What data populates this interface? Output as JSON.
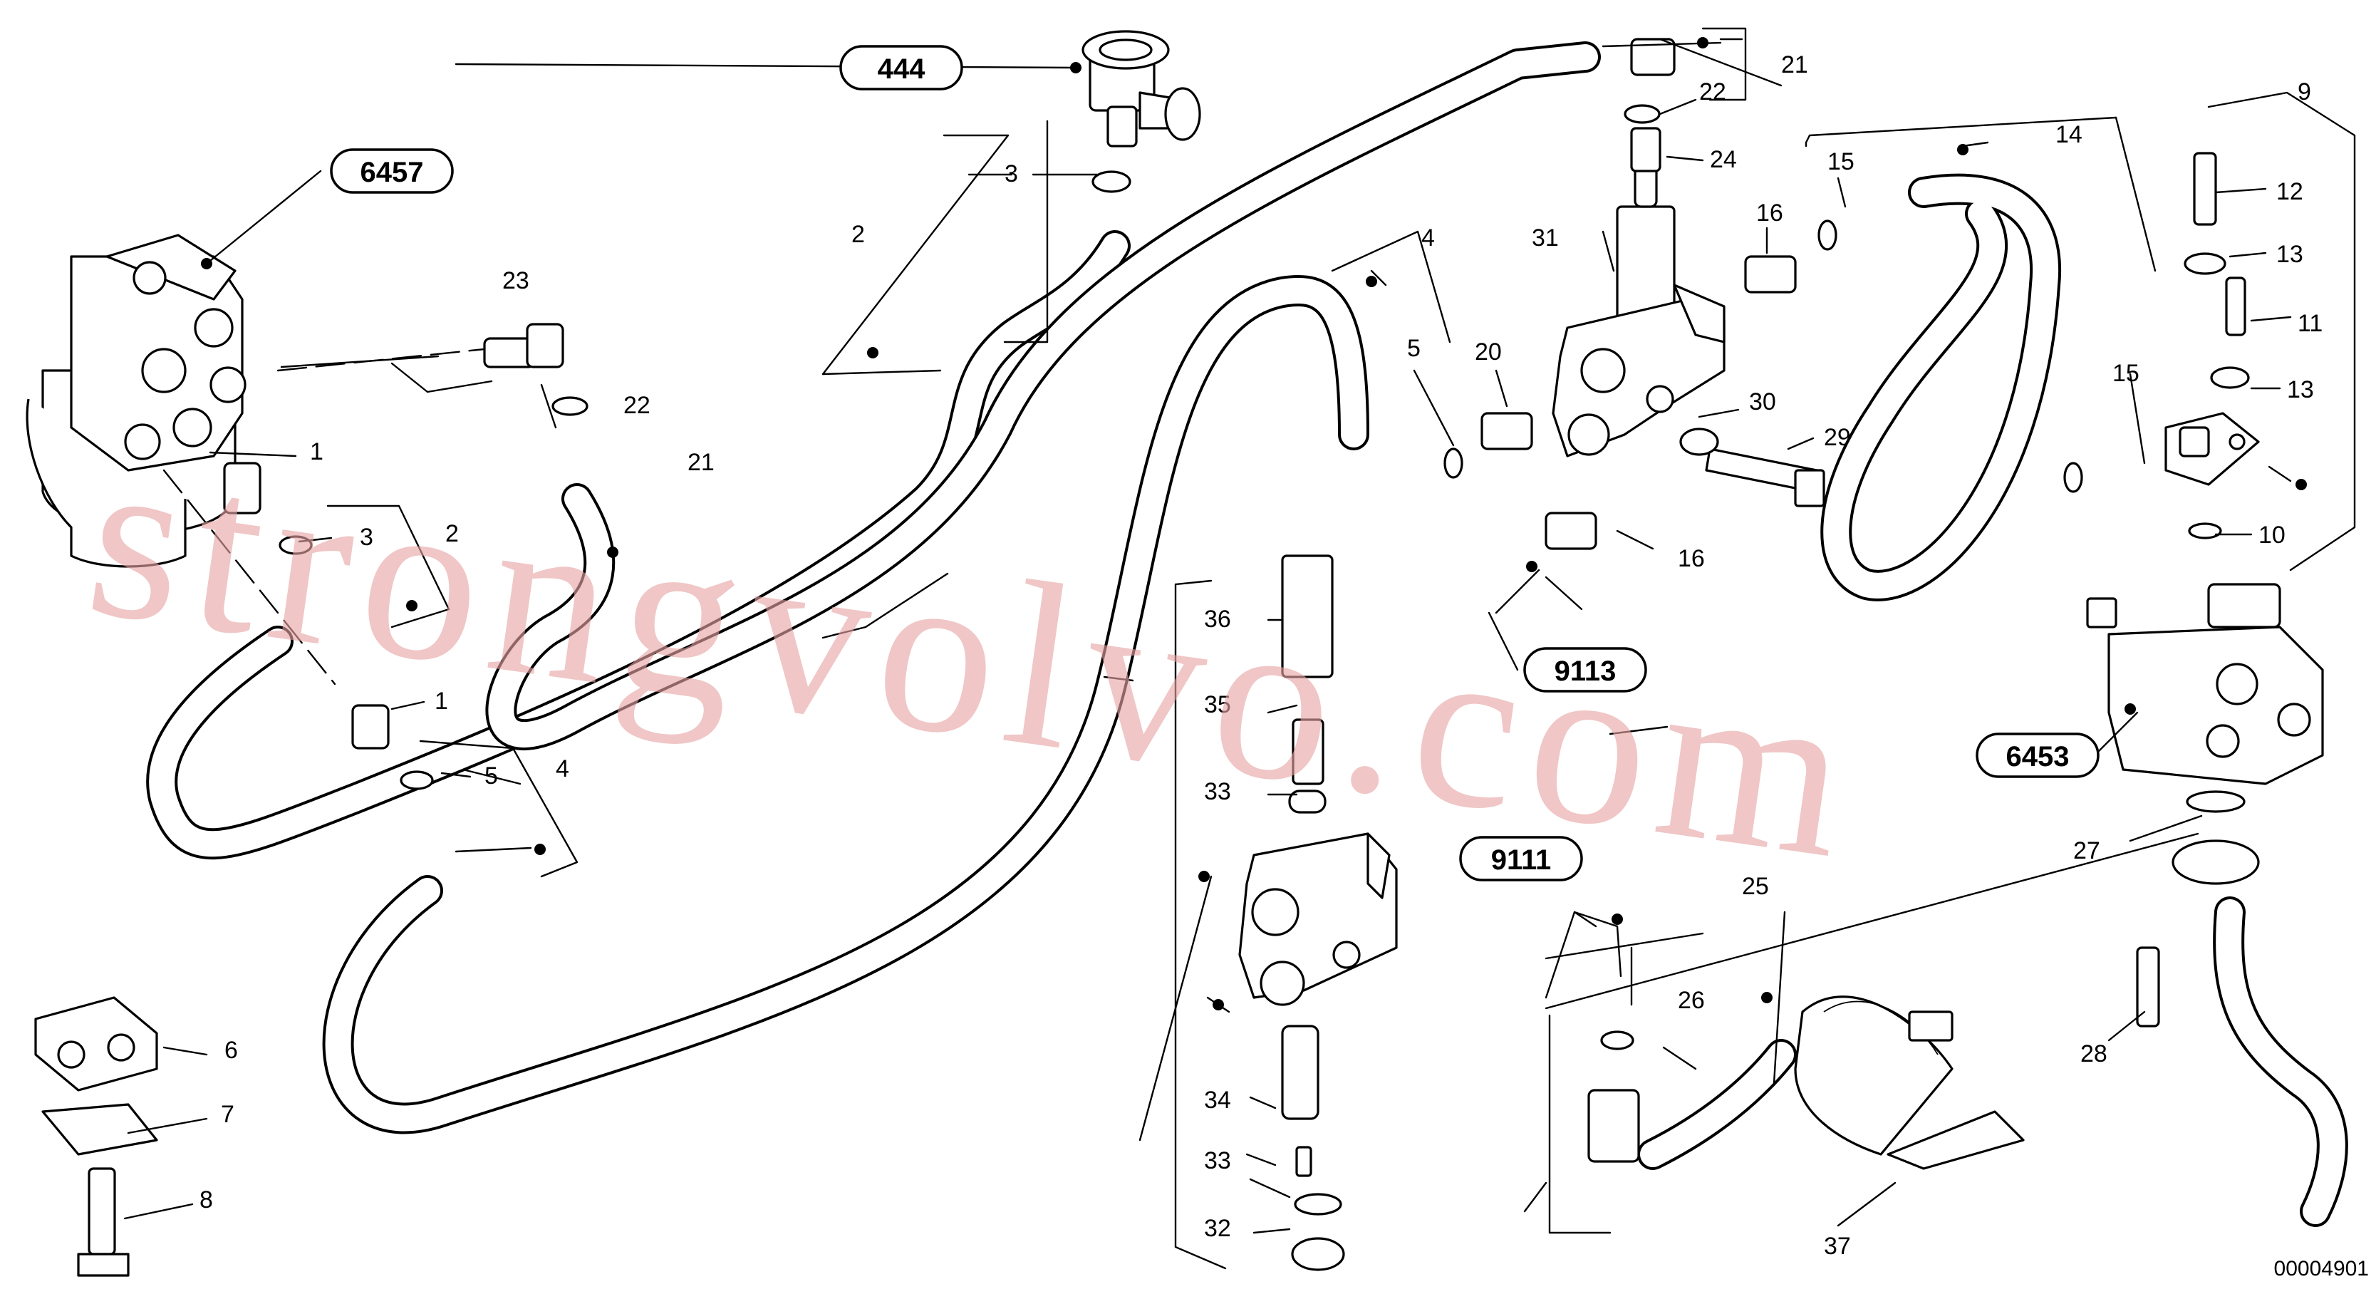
{
  "reference_boxes": {
    "r444": "444",
    "r6457": "6457",
    "r9113": "9113",
    "r9111": "9111",
    "r6453": "6453"
  },
  "callouts": {
    "c21a": "21",
    "c22a": "22",
    "c24": "24",
    "c31": "31",
    "c16a": "16",
    "c15a": "15",
    "c14": "14",
    "c9": "9",
    "c12": "12",
    "c13a": "13",
    "c11": "11",
    "c13b": "13",
    "c15b": "15",
    "c10": "10",
    "c3a": "3",
    "c2a": "2",
    "c23": "23",
    "c22b": "22",
    "c21b": "21",
    "c4a": "4",
    "c5a": "5",
    "c20": "20",
    "c30": "30",
    "c29": "29",
    "c16b": "16",
    "c1a": "1",
    "c3b": "3",
    "c2b": "2",
    "c1b": "1",
    "c5b": "5",
    "c4b": "4",
    "c36": "36",
    "c35": "35",
    "c33a": "33",
    "c34": "34",
    "c33b": "33",
    "c32": "32",
    "c25": "25",
    "c26": "26",
    "c27": "27",
    "c28": "28",
    "c37": "37",
    "c6": "6",
    "c7": "7",
    "c8": "8"
  },
  "watermark": "strongvolvo.com",
  "drawing_code": "00004901",
  "colors": {
    "line": "#000000",
    "background": "#ffffff",
    "watermark": "#e7a3a3"
  }
}
